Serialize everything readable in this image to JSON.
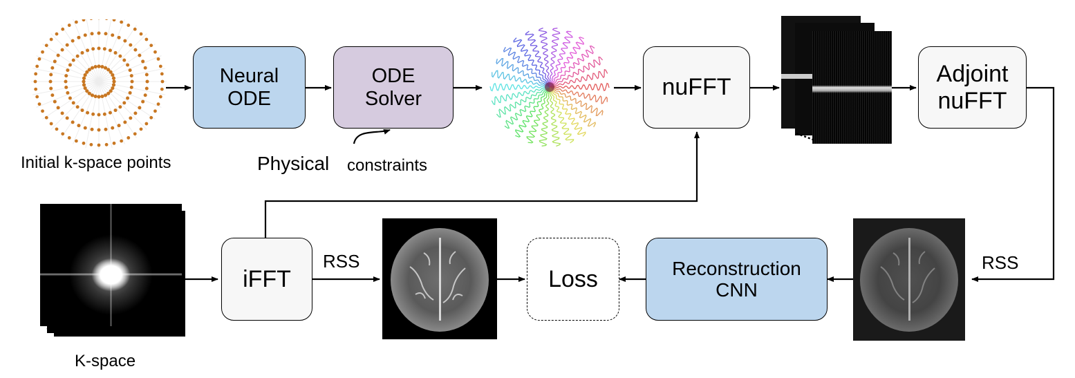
{
  "blocks": {
    "neural_ode": "Neural\nODE",
    "ode_solver": "ODE\nSolver",
    "nufft": "nuFFT",
    "adjoint_nufft": "Adjoint\nnuFFT",
    "ifft": "iFFT",
    "loss": "Loss",
    "reconstruction_cnn": "Reconstruction\nCNN"
  },
  "labels": {
    "initial_points": "Initial k-space points",
    "physical": "Physical",
    "constraints": "constraints",
    "rss_left": "RSS",
    "rss_right": "RSS",
    "kspace": "K-space"
  },
  "colors": {
    "neural_ode_fill": "#bcd6ee",
    "ode_solver_fill": "#d6cbdf",
    "cnn_fill": "#bcd6ee",
    "kspace_point": "#c87722"
  }
}
